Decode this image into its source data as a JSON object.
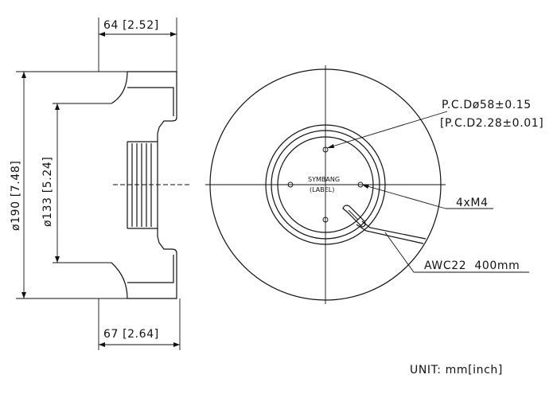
{
  "side_view": {
    "top_dim": "64 [2.52]",
    "bottom_dim": "67 [2.64]",
    "outer_dia": "ø190 [7.48]",
    "inner_dia": "ø133 [5.24]"
  },
  "front_view": {
    "label_line1": "SYMBANG",
    "label_line2": "(LABEL)",
    "pcd_metric": "P.C.Dø58±0.15",
    "pcd_imperial": "[P.C.D2.28±0.01]",
    "screws": "4xM4",
    "wire": "AWC22  400mm"
  },
  "unit_note": "UNIT: mm[inch]"
}
